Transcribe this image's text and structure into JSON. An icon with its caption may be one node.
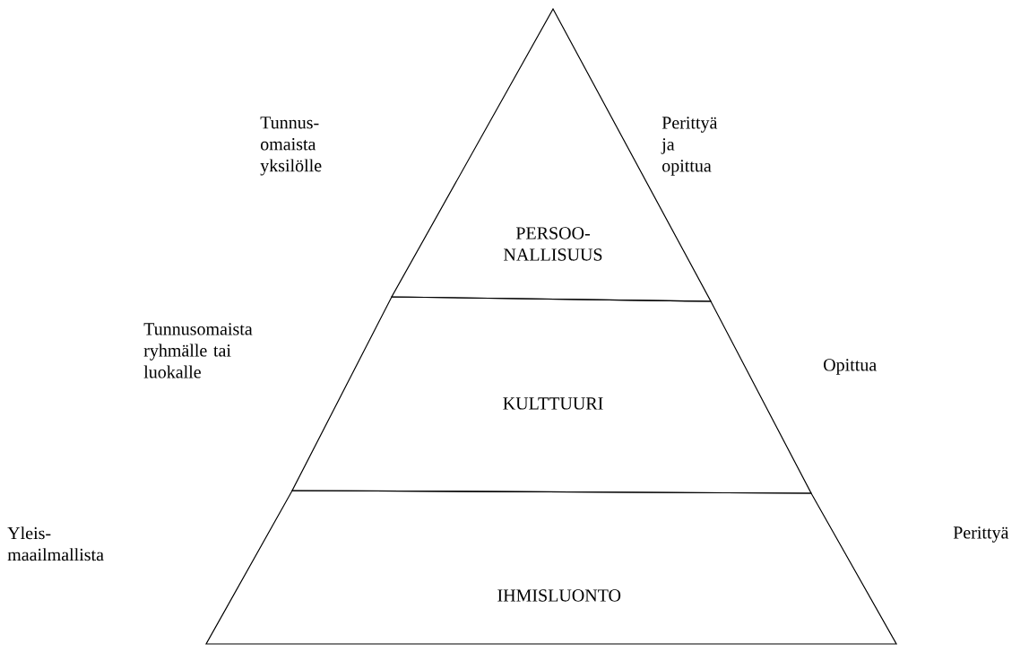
{
  "diagram": {
    "nodes": [
      {
        "text": [
          "PERSOO- NALLISUUS"
        ]
      },
      {
        "text": [
          "KULTTUURI"
        ]
      },
      {
        "text": [
          "IHMISLUONTO"
        ]
      }
    ],
    "labels": [
      "Tunnus- omaista yksilölle",
      "Perittyä ja opittua",
      "Tunnusomaista ryhmälle tai luokalle",
      "Opittua",
      "Yleis- maailmallista",
      "Perittyä"
    ]
  }
}
